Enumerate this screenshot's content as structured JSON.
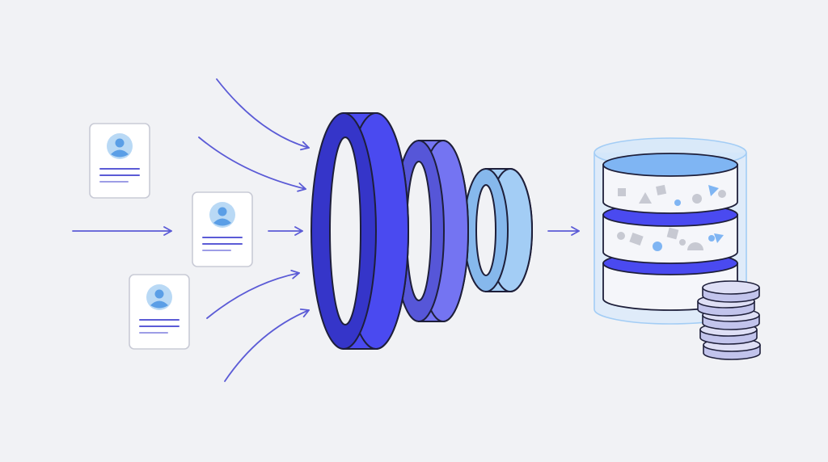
{
  "colors": {
    "background": "#f1f2f5",
    "arrow": "#5b5bd6",
    "outline": "#1e1f3a",
    "ring_front": "#4a4af0",
    "ring_front_dark": "#3535c9",
    "ring_mid": "#7474f2",
    "ring_mid_dark": "#5656d8",
    "ring_back": "#a3cdf5",
    "ring_back_dark": "#86b8ec",
    "card_fill": "#ffffff",
    "card_border": "#c9cbd6",
    "avatar_fill": "#b9d9f5",
    "avatar_figure": "#5a9ee6",
    "card_line": "#5b5bd6",
    "db_glass": "#cfe5fb",
    "db_band": "#4a4af0",
    "db_top_fill": "#7fb5f3",
    "db_layer_fill": "#f5f6fa",
    "particle_gray": "#c7c9d2",
    "particle_blue": "#7fb5f3",
    "coin_fill": "#dedff5",
    "coin_side": "#c2c4ec"
  },
  "diagram": {
    "nodes": [
      {
        "id": "profile-card-1",
        "kind": "document",
        "icon": "user-avatar-icon"
      },
      {
        "id": "profile-card-2",
        "kind": "document",
        "icon": "user-avatar-icon"
      },
      {
        "id": "profile-card-3",
        "kind": "document",
        "icon": "user-avatar-icon"
      },
      {
        "id": "filter-funnel",
        "kind": "process",
        "stages": 3
      },
      {
        "id": "database",
        "kind": "storage",
        "layers": 3
      },
      {
        "id": "coin-stack",
        "kind": "value",
        "count": 5
      }
    ],
    "edges": [
      {
        "from": "input",
        "to": "profile-card-2"
      },
      {
        "from": "input",
        "to": "filter-funnel"
      },
      {
        "from": "filter-funnel",
        "to": "database"
      }
    ]
  }
}
